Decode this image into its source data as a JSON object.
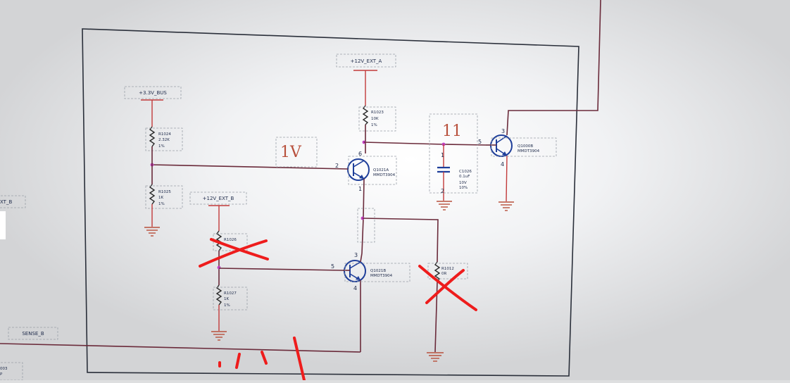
{
  "power": {
    "v12a": "+12V_EXT_A",
    "v33": "+3.3V_BUS",
    "v12b": "+12V_EXT_B"
  },
  "resistors": {
    "r1023": {
      "ref": "R1023",
      "value": "10K",
      "tol": "1%"
    },
    "r1024": {
      "ref": "R1024",
      "value": "2.32K",
      "tol": "1%"
    },
    "r1025": {
      "ref": "R1025",
      "value": "1K",
      "tol": "1%"
    },
    "r1026": {
      "ref": "R1026"
    },
    "r1027": {
      "ref": "R1027",
      "value": "1K",
      "tol": "1%"
    },
    "r1012": {
      "ref": "R1012",
      "value": "0R"
    }
  },
  "capacitor": {
    "ref": "C1026",
    "value": "0.1uF",
    "voltage": "10V",
    "tol": "10%"
  },
  "transistors": {
    "q1021a": {
      "ref": "Q1021A",
      "part": "MMDT3904"
    },
    "q1021b": {
      "ref": "Q1021B",
      "part": "MMDT3904"
    },
    "q1000b": {
      "ref": "Q1000B",
      "part": "MMDT3904"
    }
  },
  "pins": {
    "q1021a_b": "2",
    "q1021a_c": "6",
    "q1021a_e": "1",
    "q1021b_b": "5",
    "q1021b_c": "3",
    "q1021b_e": "4",
    "q1000b_b": "5",
    "q1000b_c": "3",
    "q1000b_e": "4",
    "c_top": "1",
    "c_bot": "2"
  },
  "nets": {
    "left_edge": "XT_B",
    "sense": "SENSE_B",
    "corner1": "003",
    "corner2": "P"
  },
  "annotations": {
    "v1": "1V",
    "v2": "11"
  }
}
